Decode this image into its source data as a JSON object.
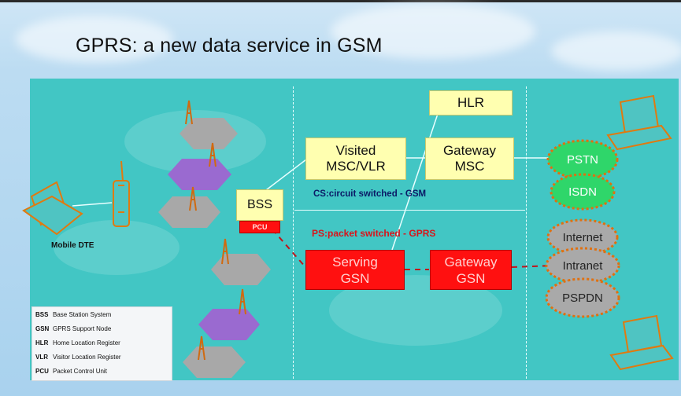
{
  "slide": {
    "title": "GPRS:  a new data service in GSM"
  },
  "nodes": {
    "hlr": "HLR",
    "visited_msc": [
      "Visited",
      "MSC/VLR"
    ],
    "gateway_msc": [
      "Gateway",
      "MSC"
    ],
    "bss": "BSS",
    "pcu": "PCU",
    "serving_gsn": [
      "Serving",
      "GSN"
    ],
    "gateway_gsn": [
      "Gateway",
      "GSN"
    ]
  },
  "networks": {
    "pstn": "PSTN",
    "isdn": "ISDN",
    "internet": "Internet",
    "intranet": "Intranet",
    "pspdn": "PSPDN"
  },
  "labels": {
    "cs": "CS:circuit switched - GSM",
    "ps": "PS:packet switched - GPRS",
    "mobile_dte": "Mobile DTE"
  },
  "legend": [
    {
      "abbr": "BSS",
      "text": "Base Station System"
    },
    {
      "abbr": "GSN",
      "text": "GPRS Support Node"
    },
    {
      "abbr": "HLR",
      "text": "Home Location Register"
    },
    {
      "abbr": "VLR",
      "text": "Visitor Location Register"
    },
    {
      "abbr": "PCU",
      "text": "Packet Control Unit"
    }
  ],
  "colors": {
    "panel": "#42c6c4",
    "yellow_box": "#ffffb0",
    "red_box": "#ff1010",
    "cloud_green": "#2fd66a",
    "cloud_gray": "#a9a9a9",
    "hex_purple": "#9a6ad0",
    "hex_gray": "#a8a8a8"
  }
}
